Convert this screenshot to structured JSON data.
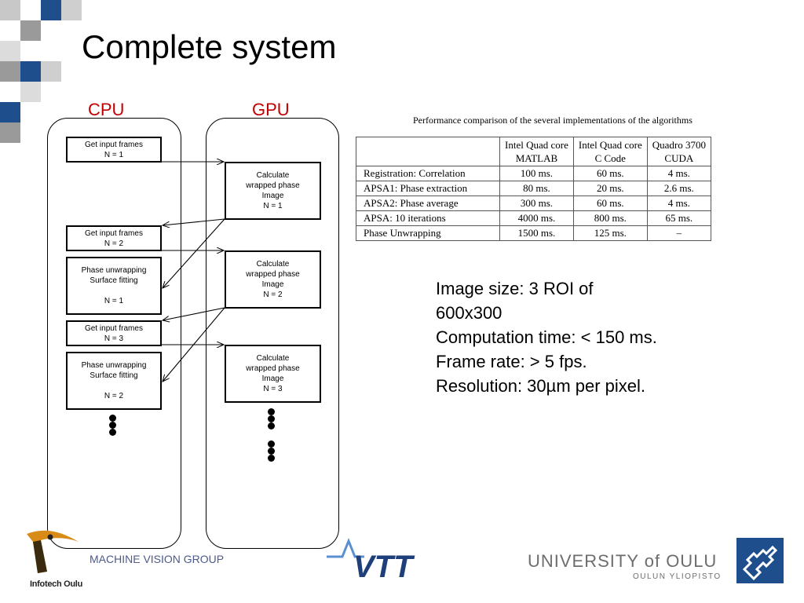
{
  "slide": {
    "title": "Complete system",
    "footer_group": "MACHINE VISION GROUP"
  },
  "colors": {
    "accent_red": "#c00000",
    "square_blue": "#1f4e8c",
    "square_grey": "#9a9a9a"
  },
  "diagram": {
    "cpu_label": "CPU",
    "gpu_label": "GPU",
    "cpu_boxes": [
      {
        "lines": [
          "Get input frames",
          "N = 1"
        ]
      },
      {
        "lines": [
          "Get input frames",
          "N = 2"
        ]
      },
      {
        "lines": [
          "Phase unwrapping",
          "Surface fitting",
          "",
          "N = 1"
        ]
      },
      {
        "lines": [
          "Get input frames",
          "N = 3"
        ]
      },
      {
        "lines": [
          "Phase unwrapping",
          "Surface fitting",
          "",
          "N = 2"
        ]
      }
    ],
    "gpu_boxes": [
      {
        "lines": [
          "Calculate",
          "wrapped  phase",
          "Image",
          "N = 1"
        ]
      },
      {
        "lines": [
          "Calculate",
          "wrapped  phase",
          "Image",
          "N = 2"
        ]
      },
      {
        "lines": [
          "Calculate",
          "wrapped  phase",
          "Image",
          "N = 3"
        ]
      }
    ]
  },
  "table": {
    "caption": "Performance comparison of the several implementations of the algorithms",
    "headers": [
      [
        "Intel Quad core",
        "MATLAB"
      ],
      [
        "Intel Quad core",
        "C Code"
      ],
      [
        "Quadro 3700",
        "CUDA"
      ]
    ],
    "rows": [
      {
        "name": "Registration: Correlation",
        "values": [
          "100 ms.",
          "60 ms.",
          "4 ms."
        ]
      },
      {
        "name": "APSA1: Phase extraction",
        "values": [
          "80 ms.",
          "20 ms.",
          "2.6 ms."
        ]
      },
      {
        "name": "APSA2: Phase average",
        "values": [
          "300 ms.",
          "60 ms.",
          "4 ms."
        ]
      },
      {
        "name": "APSA: 10 iterations",
        "values": [
          "4000 ms.",
          "800 ms.",
          "65 ms."
        ]
      },
      {
        "name": "Phase Unwrapping",
        "values": [
          "1500 ms.",
          "125 ms.",
          "–"
        ]
      }
    ]
  },
  "specs": {
    "lines": [
      "Image size: 3 ROI of",
      "600x300",
      "Computation time: < 150 ms.",
      "Frame rate: > 5 fps.",
      "Resolution: 30µm per pixel."
    ]
  },
  "logos": {
    "infotech": "Infotech Oulu",
    "vtt": "VTT",
    "university": "UNIVERSITY of OULU",
    "university_sub": "OULUN YLIOPISTO"
  }
}
